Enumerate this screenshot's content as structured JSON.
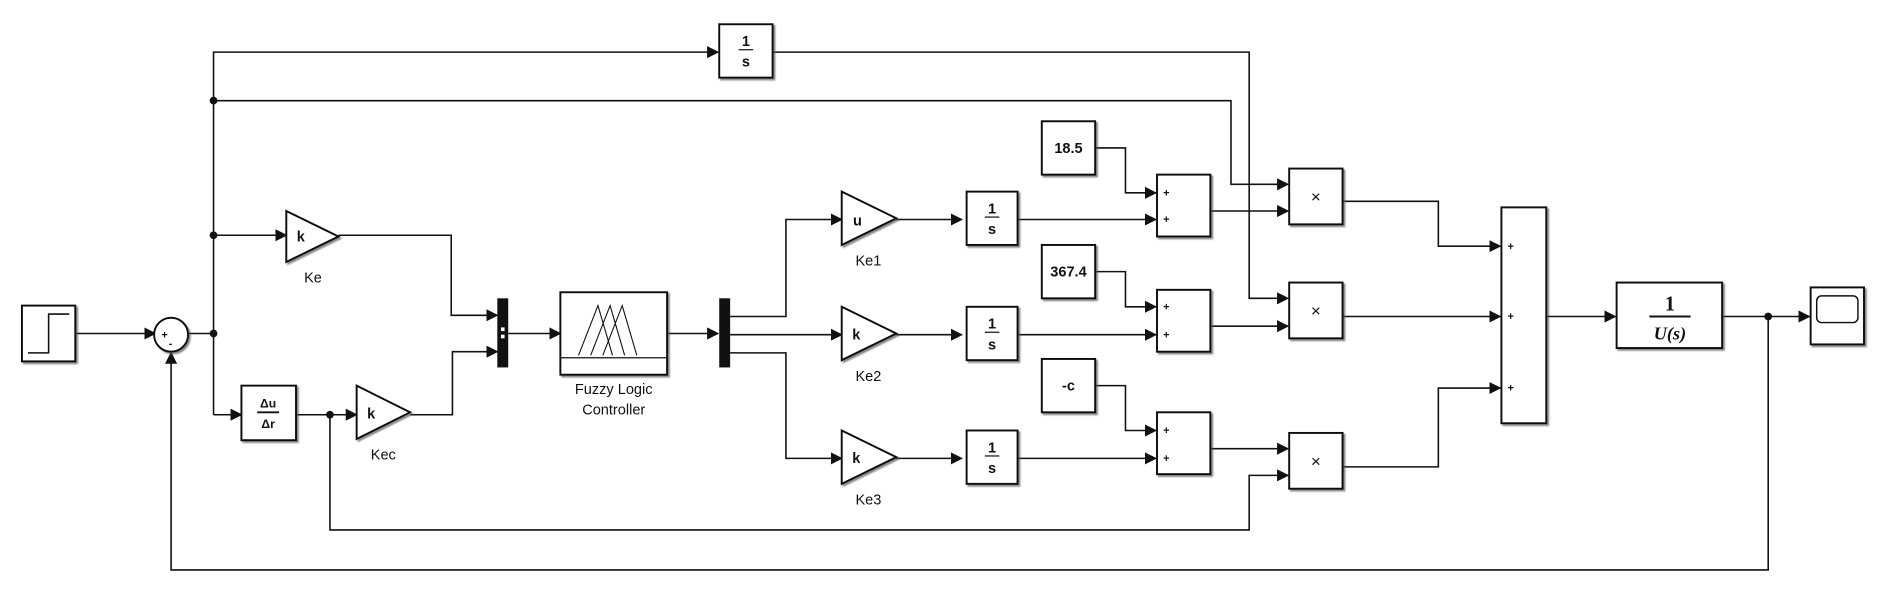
{
  "blocks": {
    "integrator_label": {
      "num": "1",
      "den": "s"
    },
    "sum_signs": {
      "plus": "+",
      "minus": "-"
    },
    "derivative": {
      "num": "Δu",
      "den": "Δr"
    },
    "gain_k": "k",
    "gain_u": "u",
    "ke": "Ke",
    "kec": "Kec",
    "ke1": "Ke1",
    "ke2": "Ke2",
    "ke3": "Ke3",
    "fuzzy_line1": "Fuzzy Logic",
    "fuzzy_line2": "Controller",
    "const1": "18.5",
    "const2": "367.4",
    "const3": "-c",
    "product": "×",
    "plus": "+",
    "tf_num": "1",
    "tf_den": "U(s)"
  }
}
